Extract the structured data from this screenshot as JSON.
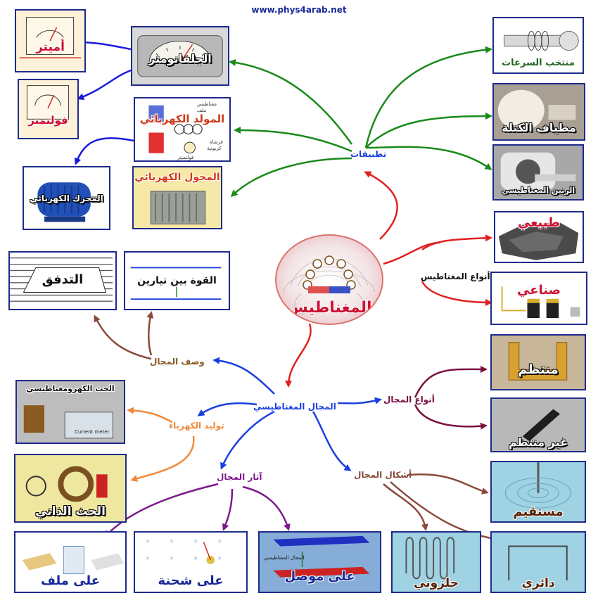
{
  "site_url": "www.phys4arab.net",
  "center_label": "المغناطيس",
  "nodes": {
    "applications": "تطبيقات",
    "magnet_types": "أنواع المغناطيس",
    "magnetic_field": "المجال المغناطيسي",
    "field_description": "وصف المجال",
    "field_types": "أنواع المجال",
    "electricity_generation": "توليد الكهرباء",
    "field_effects": "آثار المجال",
    "field_shapes": "أشكال المجال"
  },
  "boxes": {
    "galvanometer": "الجلفانومتر",
    "ammeter": "أميتر",
    "voltmeter": "فولتمتر",
    "generator": "المولد الكهربائي",
    "generator_tags": [
      "مغناطيس",
      "ملف",
      "فرشاة",
      "كربونية",
      "فولتميتر"
    ],
    "transformer": "المحول الكهربائي",
    "motor": "المحرك الكهربائي",
    "accelerator": "منتخب السرعات",
    "mass_spectrometer": "مطياف الكتلة",
    "mri": "الرنين المغناطيسي",
    "natural": "طبيعي",
    "artificial": "صناعي",
    "flux": "التدفق",
    "force_wires": "القوة بين تيارين",
    "uniform": "منتظم",
    "nonuniform": "غير منتظم",
    "em_induction": "الحث الكهرومغناطيسي",
    "current_meter": "Current meter",
    "self_induction": "الحث الذاتي",
    "straight": "مستقيم",
    "solenoid": "حلزوني",
    "circular": "دائري",
    "on_coil": "على ملف",
    "on_charge": "على شحنة",
    "on_conductor": "على موصل",
    "conductor_tag": "المجال المغناطيسي"
  },
  "colors": {
    "applications_branch": "#1a8a1a",
    "magnet_red": "#e02020",
    "field_blue": "#1a3fe0",
    "description_brown": "#8a4a3a",
    "types_maroon": "#7a1040",
    "generation_orange": "#f08a3a",
    "effects_purple": "#7a1a8a",
    "shapes_brown": "#8a4a3a",
    "instrument_blue": "#1a1add"
  }
}
